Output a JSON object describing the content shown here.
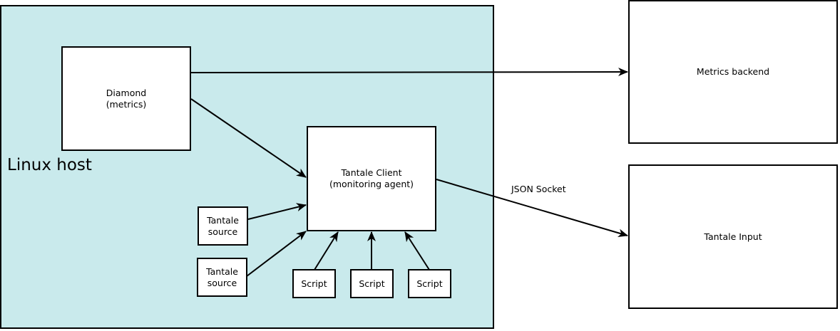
{
  "host": {
    "label": "Linux host",
    "fill_color": "#c9eaec"
  },
  "nodes": {
    "diamond": "Diamond\n(metrics)",
    "tantale_client": "Tantale Client\n(monitoring agent)",
    "tantale_source_1": "Tantale\nsource",
    "tantale_source_2": "Tantale\nsource",
    "script_1": "Script",
    "script_2": "Script",
    "script_3": "Script",
    "metrics_backend": "Metrics backend",
    "tantale_input": "Tantale Input"
  },
  "edges": {
    "json_socket_label": "JSON Socket"
  }
}
